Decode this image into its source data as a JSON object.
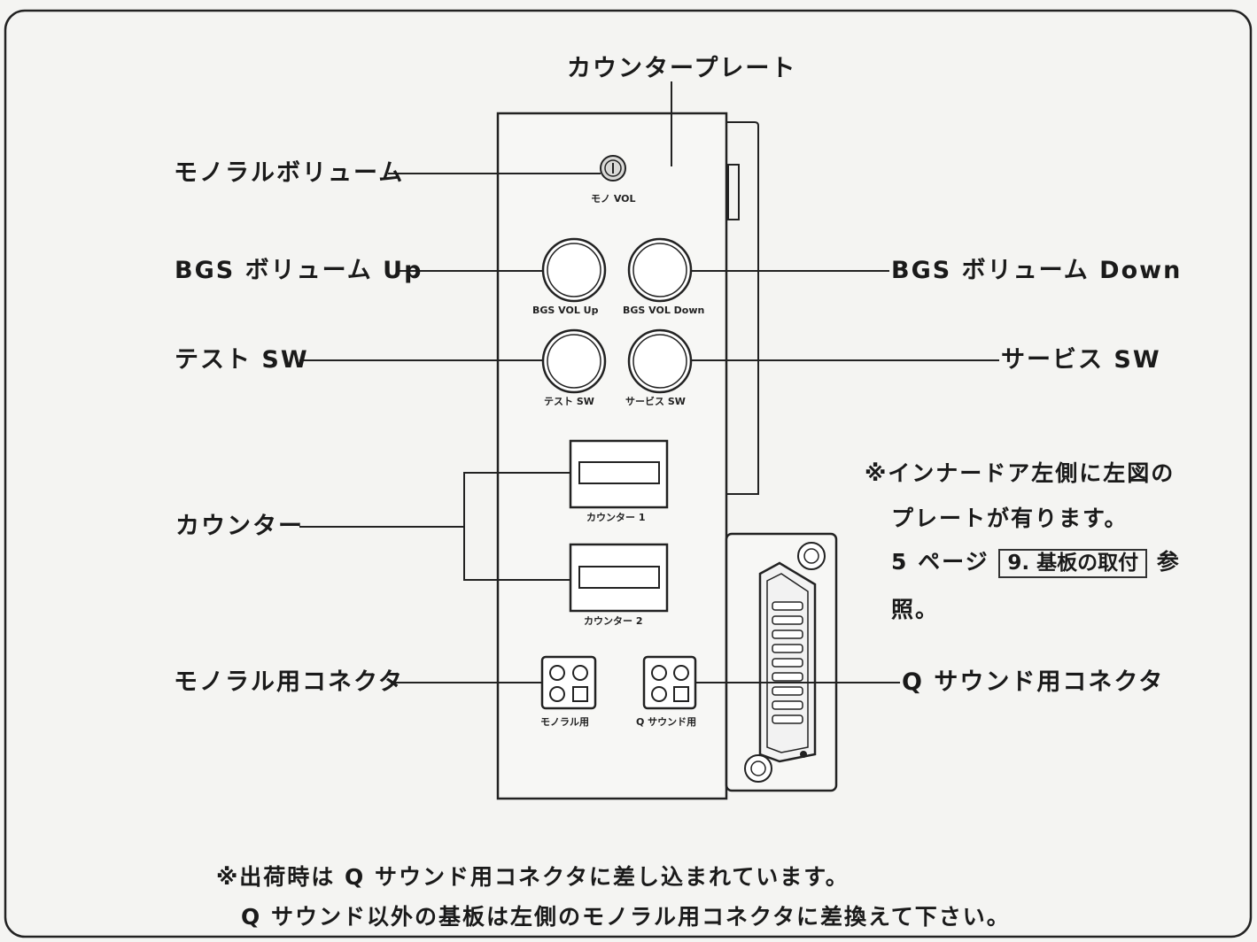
{
  "labels": {
    "counter_plate": "カウンタープレート",
    "mono_volume": "モノラルボリューム",
    "bgs_volume_up": "BGS ボリューム Up",
    "bgs_volume_down": "BGS ボリューム Down",
    "test_sw": "テスト SW",
    "service_sw": "サービス SW",
    "counter": "カウンター",
    "mono_connector": "モノラル用コネクタ",
    "qsound_connector": "Q サウンド用コネクタ"
  },
  "panel_text": {
    "mono_vol": "モノ VOL",
    "bgs_vol_up": "BGS VOL Up",
    "bgs_vol_down": "BGS VOL Down",
    "test_sw": "テスト SW",
    "service_sw": "サービス SW",
    "counter_1": "カウンター 1",
    "counter_2": "カウンター 2",
    "mono": "モノラル用",
    "qsound": "Q サウンド用"
  },
  "side_note": {
    "line1": "※インナードア左側に左図の",
    "line2": "プレートが有ります。",
    "line3_prefix": "5 ページ",
    "line3_ref": "9. 基板の取付",
    "line3_suffix": "参",
    "line4": "照。"
  },
  "footer": {
    "line1": "※出荷時は Q サウンド用コネクタに差し込まれています。",
    "line2": "Q サウンド以外の基板は左側のモノラル用コネクタに差換えて下さい。"
  }
}
